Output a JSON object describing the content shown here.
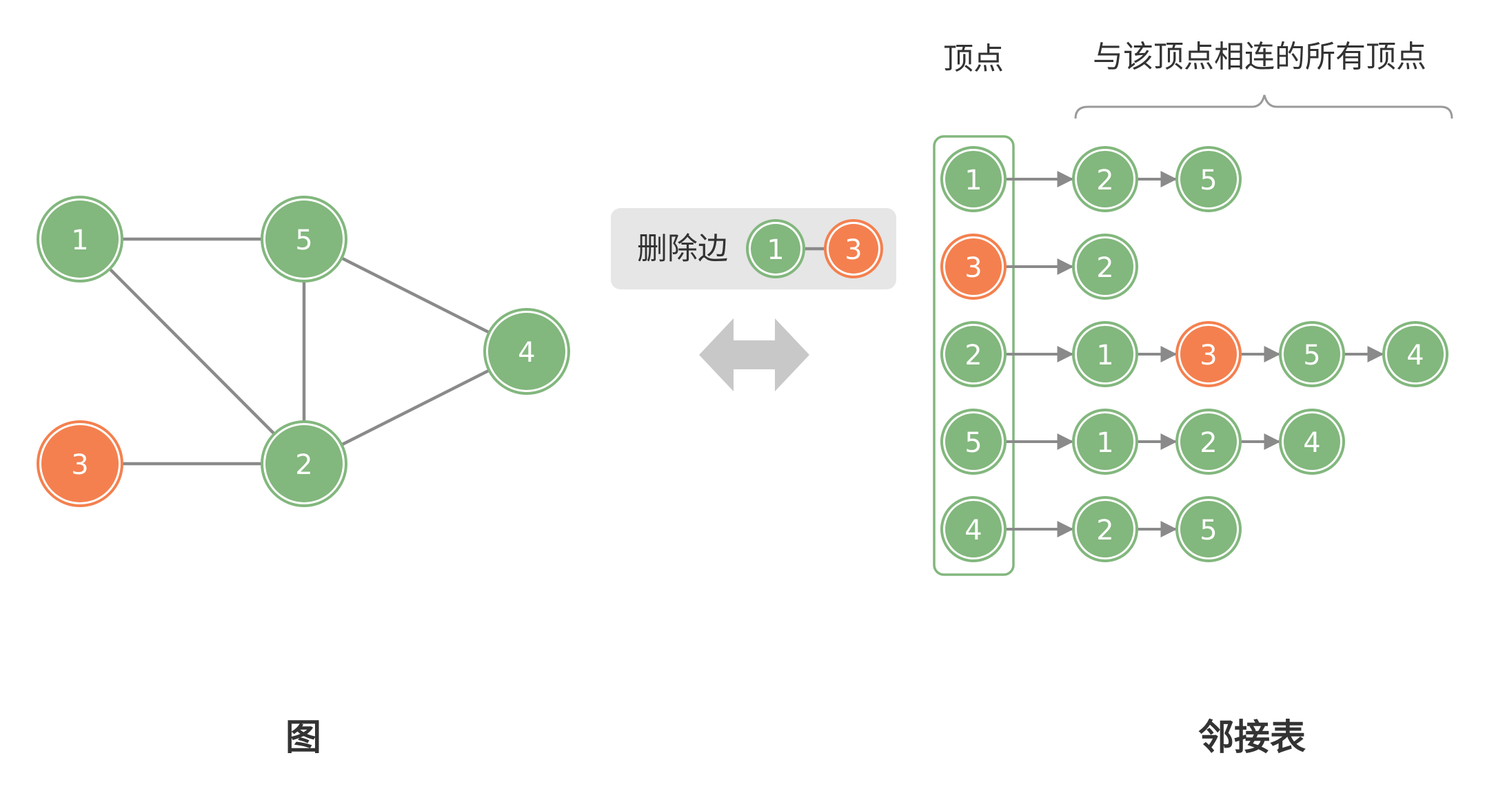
{
  "colors": {
    "green_fill": "#82b77d",
    "green_stroke": "#82b77d",
    "orange_fill": "#f4804f",
    "orange_stroke": "#f4804f",
    "edge": "#8a8a8a",
    "panel_bg": "#e6e6e6",
    "vertex_box": "#82b77d",
    "double_arrow": "#c8c8c8"
  },
  "graph": {
    "caption": "图",
    "nodes": [
      {
        "id": "1",
        "label": "1",
        "highlight": false
      },
      {
        "id": "5",
        "label": "5",
        "highlight": false
      },
      {
        "id": "4",
        "label": "4",
        "highlight": false
      },
      {
        "id": "3",
        "label": "3",
        "highlight": true
      },
      {
        "id": "2",
        "label": "2",
        "highlight": false
      }
    ],
    "edges": [
      [
        "1",
        "5"
      ],
      [
        "1",
        "2"
      ],
      [
        "5",
        "2"
      ],
      [
        "5",
        "4"
      ],
      [
        "2",
        "4"
      ],
      [
        "3",
        "2"
      ]
    ]
  },
  "operation": {
    "label": "删除边",
    "edge_from": "1",
    "edge_to": "3",
    "from_highlight": false,
    "to_highlight": true
  },
  "adjacency_list": {
    "caption": "邻接表",
    "vertex_header": "顶点",
    "neighbors_header": "与该顶点相连的所有顶点",
    "rows": [
      {
        "vertex": "1",
        "vertex_highlight": false,
        "neighbors": [
          {
            "label": "2",
            "highlight": false
          },
          {
            "label": "5",
            "highlight": false
          }
        ]
      },
      {
        "vertex": "3",
        "vertex_highlight": true,
        "neighbors": [
          {
            "label": "2",
            "highlight": false
          }
        ]
      },
      {
        "vertex": "2",
        "vertex_highlight": false,
        "neighbors": [
          {
            "label": "1",
            "highlight": false
          },
          {
            "label": "3",
            "highlight": true
          },
          {
            "label": "5",
            "highlight": false
          },
          {
            "label": "4",
            "highlight": false
          }
        ]
      },
      {
        "vertex": "5",
        "vertex_highlight": false,
        "neighbors": [
          {
            "label": "1",
            "highlight": false
          },
          {
            "label": "2",
            "highlight": false
          },
          {
            "label": "4",
            "highlight": false
          }
        ]
      },
      {
        "vertex": "4",
        "vertex_highlight": false,
        "neighbors": [
          {
            "label": "2",
            "highlight": false
          },
          {
            "label": "5",
            "highlight": false
          }
        ]
      }
    ]
  }
}
